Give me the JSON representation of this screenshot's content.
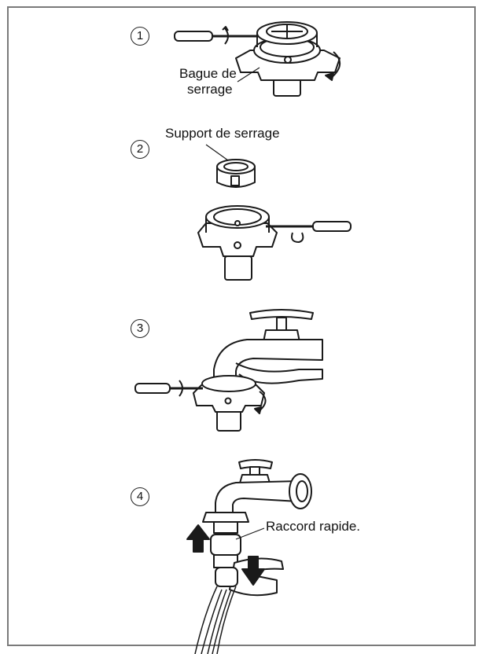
{
  "steps": [
    {
      "number": "1",
      "labels": {
        "ring_line1": "Bague de",
        "ring_line2": "serrage"
      }
    },
    {
      "number": "2",
      "labels": {
        "support": "Support de serrage"
      }
    },
    {
      "number": "3"
    },
    {
      "number": "4",
      "labels": {
        "quick": "Raccord rapide."
      }
    }
  ],
  "colors": {
    "line": "#1a1a1a",
    "frame": "#7a7a7a",
    "fill": "#ffffff",
    "shade": "#e6e6e6"
  }
}
